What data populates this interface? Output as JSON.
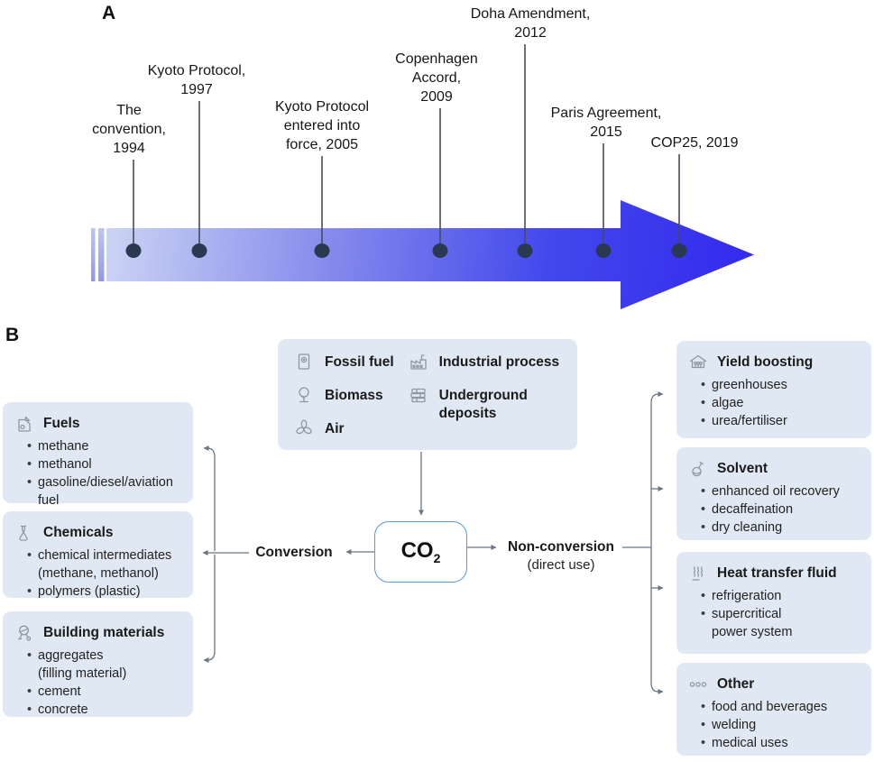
{
  "figure": {
    "panel_a_label": "A",
    "panel_b_label": "B"
  },
  "panel_a": {
    "events": [
      {
        "label": "The\nconvention,\n1994"
      },
      {
        "label": "Kyoto Protocol,\n1997"
      },
      {
        "label": "Kyoto Protocol\nentered into\nforce, 2005"
      },
      {
        "label": "Copenhagen\nAccord,\n2009"
      },
      {
        "label": "Doha Amendment,\n2012"
      },
      {
        "label": "Paris Agreement,\n2015"
      },
      {
        "label": "COP25, 2019"
      }
    ]
  },
  "panel_b": {
    "sources_box": {
      "items": [
        {
          "icon": "oil-drum-icon",
          "label": "Fossil fuel"
        },
        {
          "icon": "tree-icon",
          "label": "Biomass"
        },
        {
          "icon": "fan-icon",
          "label": "Air"
        },
        {
          "icon": "factory-icon",
          "label": "Industrial process"
        },
        {
          "icon": "layers-icon",
          "label": "Underground\ndeposits"
        }
      ]
    },
    "center": {
      "co2_main": "CO",
      "co2_sub": "2",
      "left_label": "Conversion",
      "right_label": "Non-conversion",
      "right_sublabel": "(direct use)"
    },
    "conversion_boxes": [
      {
        "icon": "fuel-can-icon",
        "title": "Fuels",
        "items": [
          "methane",
          "methanol",
          "gasoline/diesel/aviation\nfuel"
        ]
      },
      {
        "icon": "flask-icon",
        "title": "Chemicals",
        "items": [
          "chemical intermediates\n(methane, methanol)",
          "polymers (plastic)"
        ]
      },
      {
        "icon": "cement-mixer-icon",
        "title": "Building materials",
        "items": [
          "aggregates\n(filling material)",
          "cement",
          "concrete"
        ]
      }
    ],
    "direct_use_boxes": [
      {
        "icon": "greenhouse-icon",
        "title": "Yield boosting",
        "items": [
          "greenhouses",
          "algae",
          "urea/fertiliser"
        ]
      },
      {
        "icon": "round-flask-icon",
        "title": "Solvent",
        "items": [
          "enhanced oil recovery",
          "decaffeination",
          "dry cleaning"
        ]
      },
      {
        "icon": "steam-icon",
        "title": "Heat transfer fluid",
        "items": [
          "refrigeration",
          "supercritical\npower system"
        ]
      },
      {
        "icon": "circles-icon",
        "title": "Other",
        "items": [
          "food and beverages",
          "welding",
          "medical uses"
        ]
      }
    ]
  },
  "colors": {
    "arrow_start": "#ccd4f4",
    "arrow_mid": "#8a90ec",
    "arrow_deep": "#4348ec",
    "arrow_end": "#3329ee",
    "dot": "#2b3950",
    "stem": "#434c58",
    "box_bg": "#e0e9f3",
    "co2_border": "#5b9bd5",
    "connector": "#6b7683"
  }
}
